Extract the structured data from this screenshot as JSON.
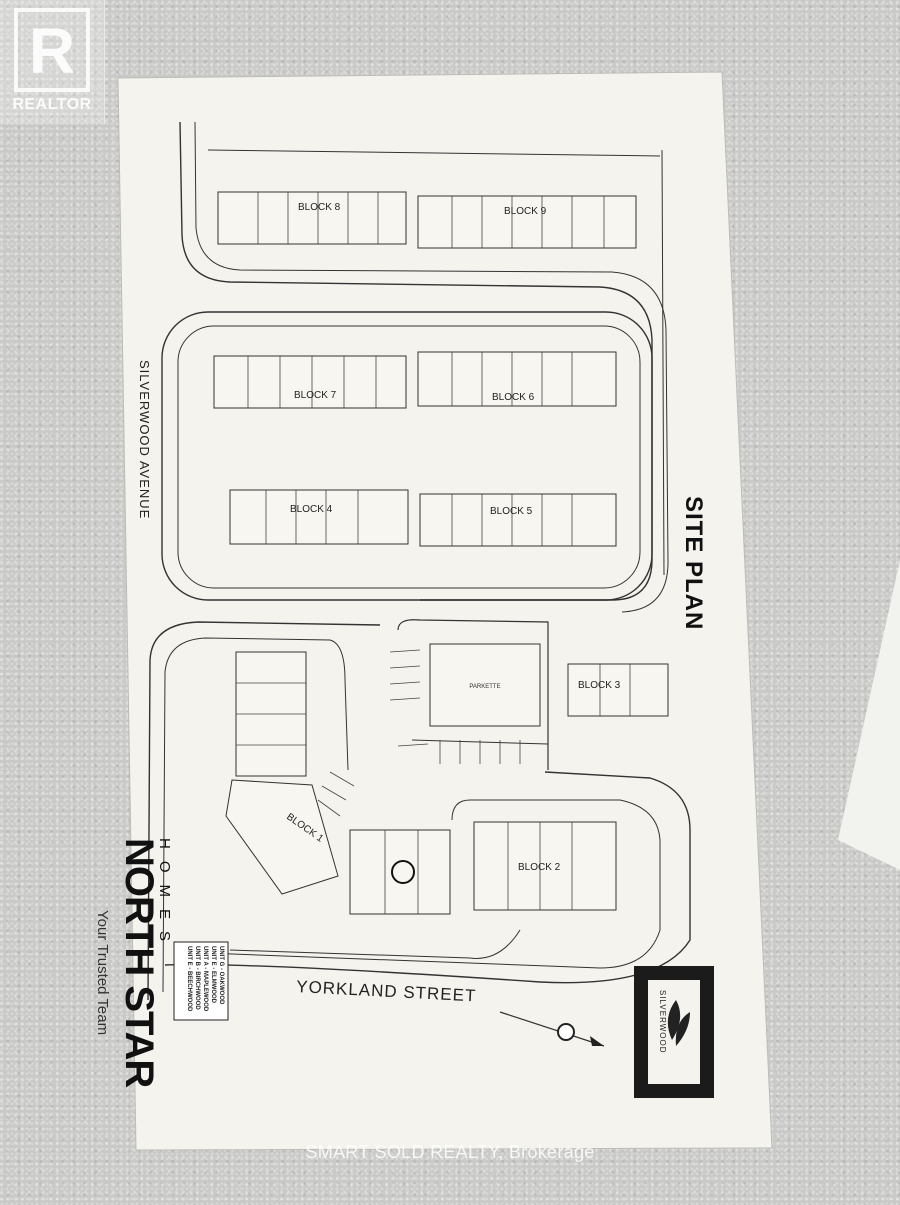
{
  "brand": {
    "realtor_logo_letter": "R",
    "realtor_logo_text": "REALTOR",
    "watermark": "SMART SOLD REALTY, Brokerage"
  },
  "plan": {
    "title": "SITE PLAN",
    "streets": {
      "west": "SILVERWOOD AVENUE",
      "south": "YORKLAND STREET"
    },
    "parkette": "PARKETTE",
    "blocks": [
      {
        "name": "BLOCK 8"
      },
      {
        "name": "BLOCK 9"
      },
      {
        "name": "BLOCK 7"
      },
      {
        "name": "BLOCK 6"
      },
      {
        "name": "BLOCK 4"
      },
      {
        "name": "BLOCK 5"
      },
      {
        "name": "BLOCK 3"
      },
      {
        "name": "BLOCK 1"
      },
      {
        "name": "BLOCK 2"
      }
    ],
    "legend": [
      "UNIT A - MAPLEWOOD",
      "UNIT B - BIRCHWOOD",
      "UNIT E - BEECHWOOD",
      "UNIT E - ELMWOOD",
      "UNIT G - OAKWOOD"
    ],
    "builder": {
      "name": "NORTH STAR",
      "sub": "HOMES",
      "tagline": "Your Trusted Team"
    },
    "project": "SILVERWOOD"
  }
}
